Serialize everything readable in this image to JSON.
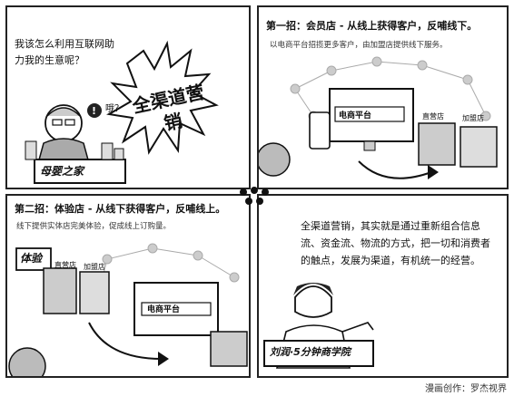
{
  "panel1": {
    "question": "我该怎么利用互联网助力我的生意呢？",
    "exclaim": "哦？",
    "burst_text": "全渠道营销",
    "counter_sign": "母婴之家"
  },
  "panel2": {
    "title": "第一招：会员店 - 从线上获得客户，反哺线下。",
    "subtitle": "以电商平台招揽更多客户，由加盟店提供线下服务。",
    "screen_text": "电商平台",
    "store_label_1": "直营店",
    "store_label_2": "加盟店"
  },
  "panel3": {
    "title": "第二招：体验店 - 从线下获得客户，反哺线上。",
    "subtitle": "线下提供实体店完美体验，促成线上订购量。",
    "sign_text": "体验",
    "screen_text": "电商平台",
    "store_label_1": "直营店",
    "store_label_2": "加盟店"
  },
  "panel4": {
    "speech": "全渠道营销，其实就是通过重新组合信息流、资金流、物流的方式，把一切和消费者的触点，发展为渠道，有机统一的经营。",
    "name_tag": "刘润·5分钟商学院"
  },
  "credit": "漫画创作：罗杰视界"
}
